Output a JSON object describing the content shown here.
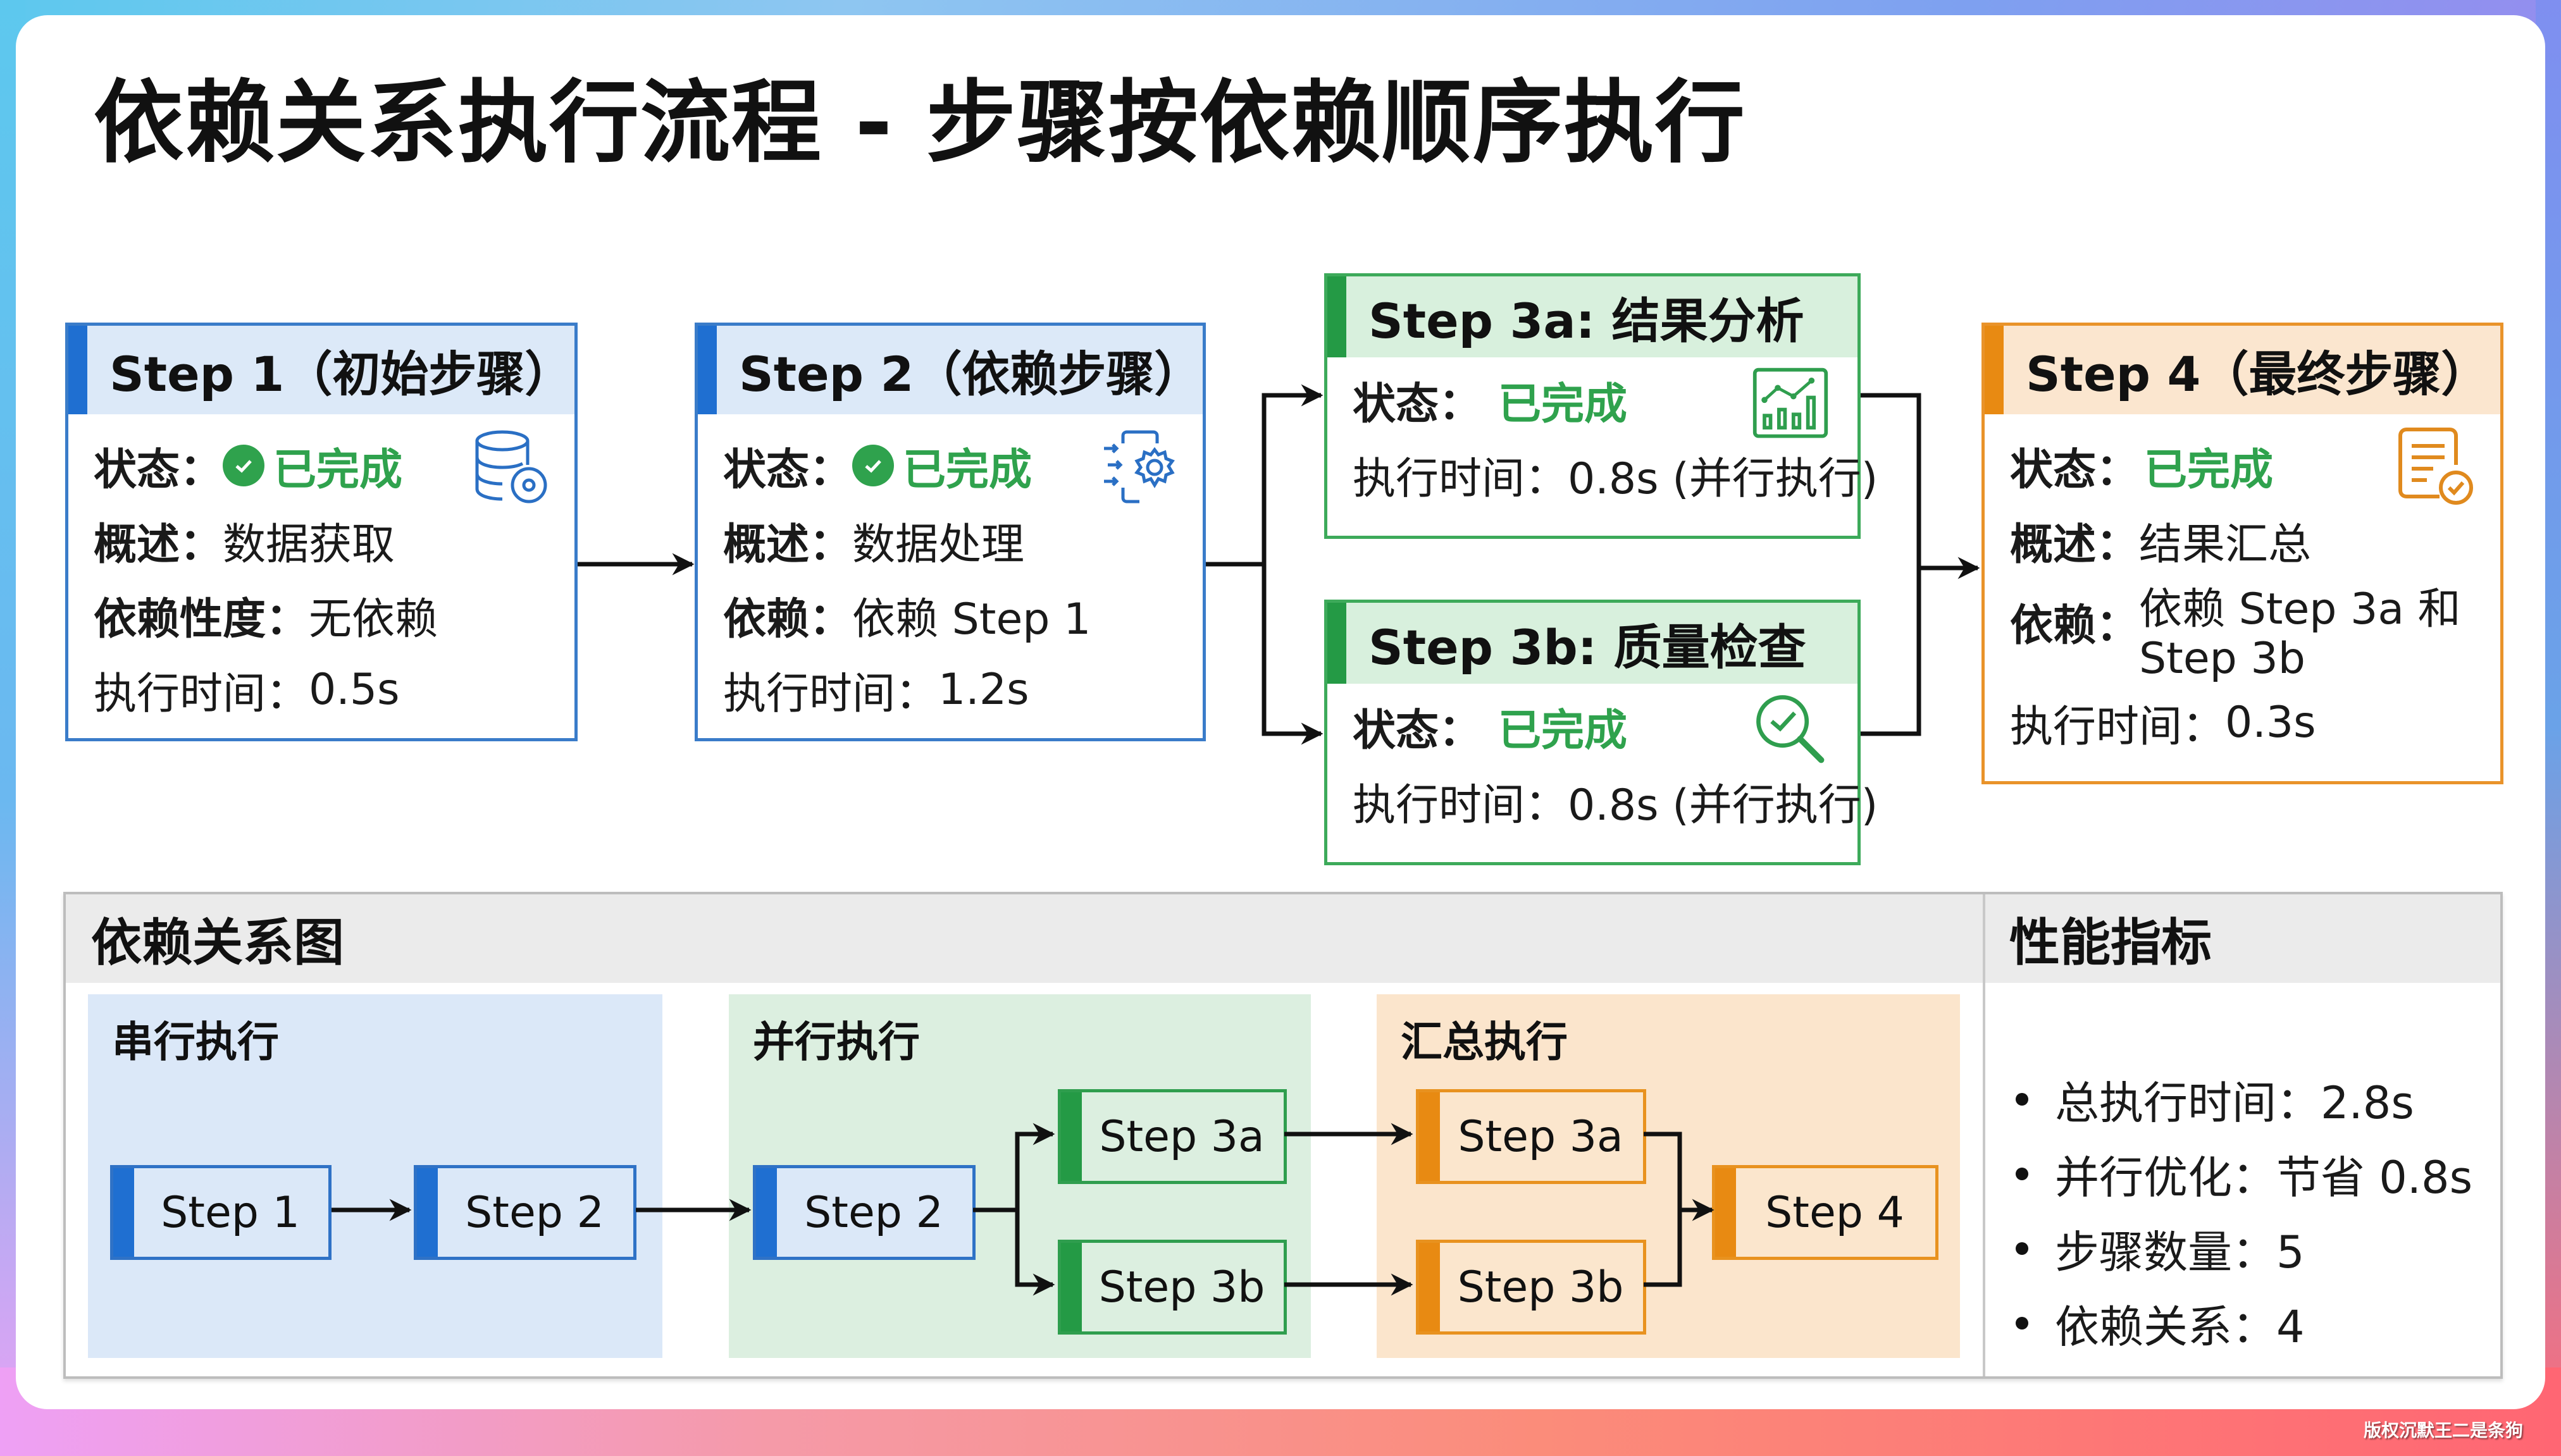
{
  "title": "依赖关系执行流程 - 步骤按依赖顺序执行",
  "watermark": "版权沉默王二是条狗",
  "colors": {
    "blue_accent": "#1f6fd1",
    "green_accent": "#249a45",
    "orange_accent": "#e88a12",
    "status_green": "#2fa24d"
  },
  "steps": {
    "step1": {
      "title": "Step 1（初始步骤）",
      "icon": "database-settings-icon",
      "rows": [
        {
          "label": "状态：",
          "value": "已完成",
          "status": true
        },
        {
          "label": "概述：",
          "value": "数据获取"
        },
        {
          "label": "依赖性度：",
          "value": "无依赖"
        },
        {
          "label": "执行时间：",
          "value": "0.5s",
          "plain": true
        }
      ]
    },
    "step2": {
      "title": "Step 2（依赖步骤）",
      "icon": "process-gear-icon",
      "rows": [
        {
          "label": "状态：",
          "value": "已完成",
          "status": true
        },
        {
          "label": "概述：",
          "value": "数据处理"
        },
        {
          "label": "依赖：",
          "value": "依赖 Step 1"
        },
        {
          "label": "执行时间：",
          "value": "1.2s",
          "plain": true
        }
      ]
    },
    "step3a": {
      "title": "Step 3a: 结果分析",
      "icon": "chart-analytics-icon",
      "rows": [
        {
          "label": "状态：",
          "value": "已完成",
          "status": true
        },
        {
          "label": "执行时间：",
          "value": "0.8s (并行执行)",
          "plain": true
        }
      ]
    },
    "step3b": {
      "title": "Step 3b: 质量检查",
      "icon": "magnifier-check-icon",
      "rows": [
        {
          "label": "状态：",
          "value": "已完成",
          "status": true
        },
        {
          "label": "执行时间：",
          "value": "0.8s (并行执行)",
          "plain": true
        }
      ]
    },
    "step4": {
      "title": "Step 4（最终步骤）",
      "icon": "document-check-icon",
      "rows": [
        {
          "label": "状态：",
          "value": "已完成",
          "status": true
        },
        {
          "label": "概述：",
          "value": "结果汇总"
        },
        {
          "label": "依赖：",
          "value": "依赖 Step 3a 和",
          "value2": "Step 3b"
        },
        {
          "label": "执行时间：",
          "value": "0.3s",
          "plain": true
        }
      ]
    }
  },
  "graph": {
    "title": "依赖关系图",
    "zones": {
      "serial": {
        "label": "串行执行",
        "nodes": [
          "Step 1",
          "Step 2"
        ]
      },
      "parallel": {
        "label": "并行执行",
        "nodes": [
          "Step 2",
          "Step 3a",
          "Step 3b"
        ]
      },
      "summary": {
        "label": "汇总执行",
        "nodes": [
          "Step 3a",
          "Step 3b",
          "Step 4"
        ]
      }
    }
  },
  "metrics": {
    "title": "性能指标",
    "items": [
      "总执行时间：2.8s",
      "并行优化：节省 0.8s",
      "步骤数量：5",
      "依赖关系：4"
    ]
  }
}
